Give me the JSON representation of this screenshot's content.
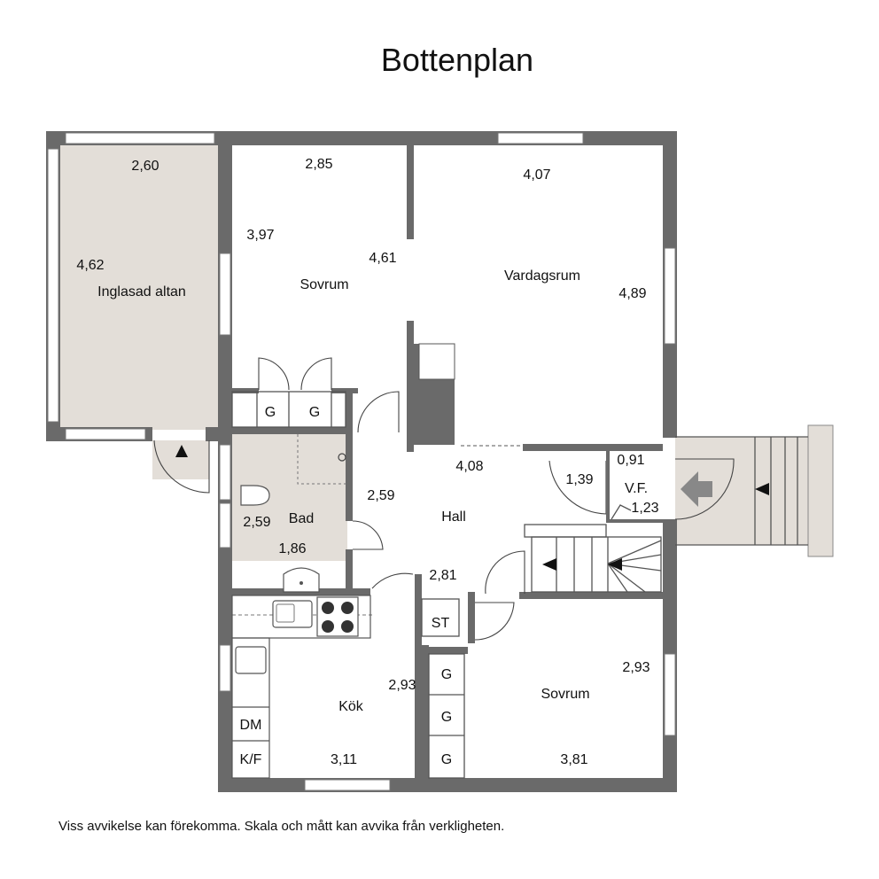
{
  "title": "Bottenplan",
  "disclaimer": "Viss avvikelse kan förekomma. Skala och mått kan avvika från verkligheten.",
  "rooms": {
    "altan": "Inglasad altan",
    "sovrum_top": "Sovrum",
    "vardagsrum": "Vardagsrum",
    "bad": "Bad",
    "hall": "Hall",
    "vf": "V.F.",
    "kok": "Kök",
    "sovrum_bottom": "Sovrum"
  },
  "fixtures": {
    "g1": "G",
    "g2": "G",
    "g3": "G",
    "g4": "G",
    "g5": "G",
    "st": "ST",
    "dm": "DM",
    "kf": "K/F"
  },
  "dimensions": {
    "altan_w": "2,60",
    "altan_h": "4,62",
    "sovrum_top_w": "2,85",
    "sovrum_top_h": "3,97",
    "vardag_left": "4,61",
    "vardag_w": "4,07",
    "vardag_h": "4,89",
    "vardag_bottom": "4,08",
    "vf_top": "0,91",
    "vf_left": "1,39",
    "vf_right": "1,23",
    "bad_h": "2,59",
    "bad_w": "1,86",
    "hall_h": "2,59",
    "hall_w": "2,81",
    "kok_h": "2,93",
    "kok_w": "3,11",
    "sovrum_bottom_h": "2,93",
    "sovrum_bottom_w": "3,81"
  }
}
